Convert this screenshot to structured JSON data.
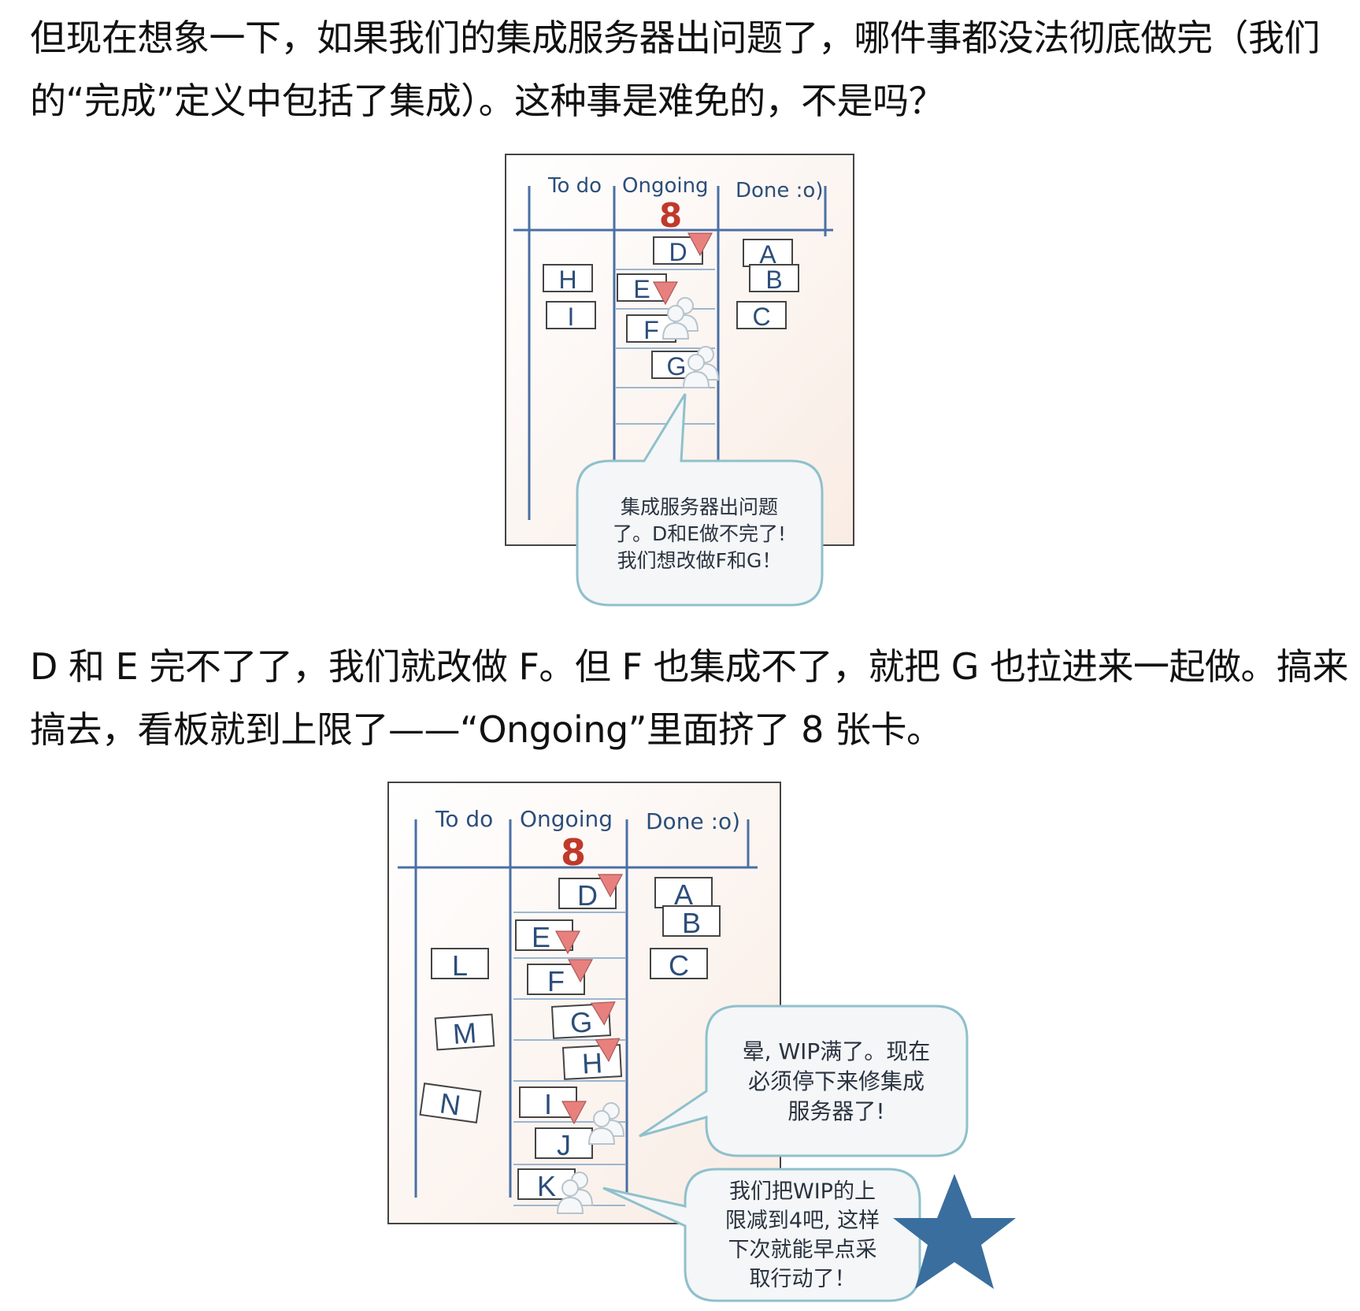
{
  "paragraphs": [
    {
      "lines": [
        "但现在想象一下，如果我们的集成服务器出问题了，哪件事都没法彻底做完（我们",
        "的“完成”定义中包括了集成）。这种事是难免的，不是吗？"
      ]
    },
    {
      "lines": [
        "D 和 E 完不了了，我们就改做 F。但 F 也集成不了，就把 G 也拉进来一起做。搞来",
        "搞去，看板就到上限了——“Ongoing”里面挤了 8 张卡。"
      ]
    }
  ],
  "board1": {
    "columns": [
      "To do",
      "Ongoing",
      "Done :o)"
    ],
    "wip_limit": "8",
    "todo_cards": [
      "H",
      "I"
    ],
    "ongoing_cards": [
      "D",
      "E",
      "F",
      "G"
    ],
    "done_cards": [
      "A",
      "B",
      "C"
    ],
    "bubble_lines": [
      "集成服务器出问题",
      "了。D和E做不完了!",
      "我们想改做F和G！"
    ]
  },
  "board2": {
    "columns": [
      "To do",
      "Ongoing",
      "Done :o)"
    ],
    "wip_limit": "8",
    "todo_cards": [
      "L",
      "M",
      "N"
    ],
    "ongoing_cards": [
      "D",
      "E",
      "F",
      "G",
      "H",
      "I",
      "J",
      "K"
    ],
    "done_cards": [
      "A",
      "B",
      "C"
    ],
    "bubble1_lines": [
      "晕, WIP满了。现在",
      "必须停下来修集成",
      "服务器了!"
    ],
    "bubble2_lines": [
      "我们把WIP的上",
      "限减到4吧, 这样",
      "下次就能早点采",
      "取行动了！"
    ]
  },
  "colors": {
    "board_bg": "#fbf3ee",
    "board_line": "#4a6fa5",
    "wip_red": "#c0392b",
    "flag": "#e8807e",
    "bubble_bg": "#f4f6f7",
    "bubble_border": "#8fc0cc",
    "star": "#3a6e9e"
  },
  "icons": [
    "blocked-flag-icon",
    "team-people-icon",
    "star-icon"
  ]
}
